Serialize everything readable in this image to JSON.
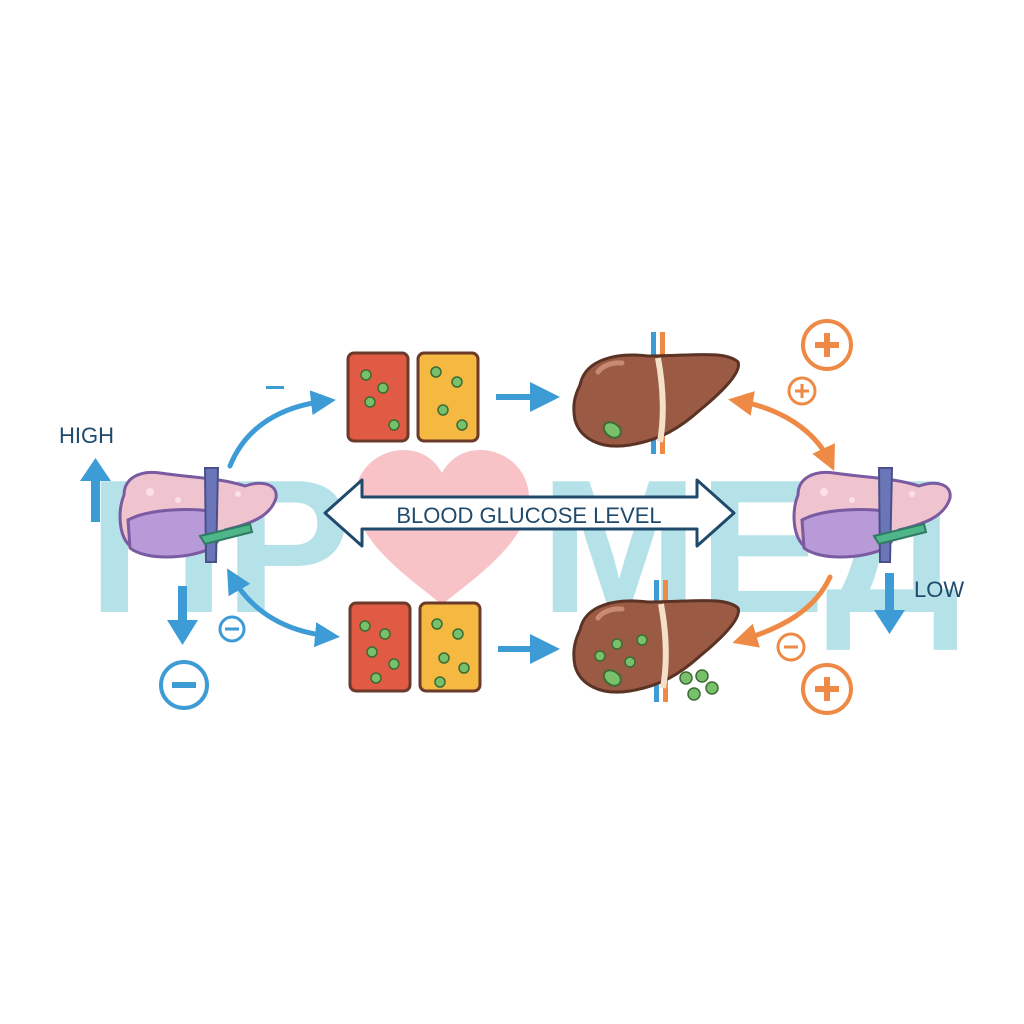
{
  "labels": {
    "high": "HIGH",
    "low": "LOW",
    "center": "BLOOD GLUCOSE LEVEL"
  },
  "watermark": {
    "text_left": "ПР",
    "text_right": "МЕД",
    "color": "#a9dde4",
    "heart_color": "#f7b8bd"
  },
  "signs": {
    "plus": "+",
    "minus": "−"
  },
  "colors": {
    "blue_arrow": "#3d9bd6",
    "orange_arrow": "#ee8a45",
    "dark_blue": "#1f4a6b",
    "liver": "#9a5a44",
    "glucose_dot": "#79c06a",
    "red_cell": "#e05a44",
    "yellow_cell": "#f5b942",
    "pancreas_pink": "#f0c4cf",
    "pancreas_purple": "#b89ad8"
  }
}
